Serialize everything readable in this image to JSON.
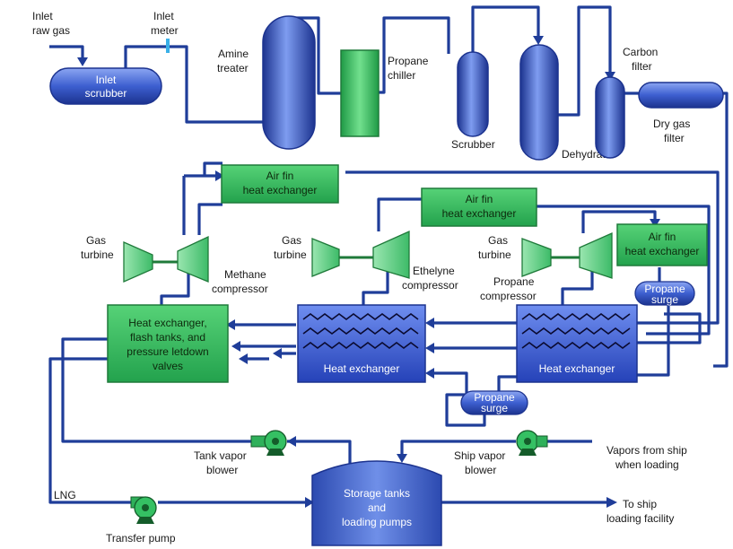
{
  "labels": {
    "inlet_raw_gas": [
      "Inlet",
      "raw gas"
    ],
    "inlet_meter": [
      "Inlet",
      "meter"
    ],
    "inlet_scrubber": [
      "Inlet",
      "scrubber"
    ],
    "amine_treater": [
      "Amine",
      "treater"
    ],
    "propane_chiller": [
      "Propane",
      "chiller"
    ],
    "scrubber": "Scrubber",
    "dehydrator": "Dehydrator",
    "carbon_filter": [
      "Carbon",
      "filter"
    ],
    "dry_gas_filter": [
      "Dry gas",
      "filter"
    ],
    "air_fin_1": [
      "Air fin",
      "heat exchanger"
    ],
    "air_fin_2": [
      "Air fin",
      "heat exchanger"
    ],
    "air_fin_3": [
      "Air fin",
      "heat exchanger"
    ],
    "gas_turbine_1": [
      "Gas",
      "turbine"
    ],
    "gas_turbine_2": [
      "Gas",
      "turbine"
    ],
    "gas_turbine_3": [
      "Gas",
      "turbine"
    ],
    "methane_compressor": [
      "Methane",
      "compressor"
    ],
    "ethelyne_compressor": [
      "Ethelyne",
      "compressor"
    ],
    "propane_compressor": [
      "Propane",
      "compressor"
    ],
    "propane_surge_1": [
      "Propane",
      "surge"
    ],
    "propane_surge_2": [
      "Propane",
      "surge"
    ],
    "hx_flash": [
      "Heat exchanger,",
      "flash tanks, and",
      "pressure letdown",
      "valves"
    ],
    "hx_mid": "Heat exchanger",
    "hx_right": "Heat exchanger",
    "tank_vapor_blower": [
      "Tank vapor",
      "blower"
    ],
    "ship_vapor_blower": [
      "Ship vapor",
      "blower"
    ],
    "vapors_from_ship": [
      "Vapors from ship",
      "when loading"
    ],
    "lng": "LNG",
    "storage": [
      "Storage tanks",
      "and",
      "loading pumps"
    ],
    "transfer_pump": "Transfer pump",
    "to_ship": [
      "To ship",
      "loading facility"
    ]
  },
  "colors": {
    "pipe": "#1f3d99",
    "vessel_blue": "#3a5fd0",
    "equipment_green": "#3cc46a",
    "heat_exchanger_blue": "#2f4fc8"
  }
}
